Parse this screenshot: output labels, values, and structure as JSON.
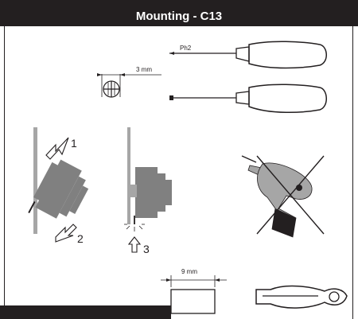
{
  "header": {
    "title": "Mounting - C13"
  },
  "screwdriver": {
    "phillips_label": "Ph2",
    "flat_width_label": "3 mm"
  },
  "steps": {
    "step1": "1",
    "step2": "2",
    "step3": "3"
  },
  "strip": {
    "length_label": "9 mm"
  },
  "colors": {
    "ink": "#231f20",
    "grey": "#808080",
    "light_grey": "#a6a6a6"
  }
}
